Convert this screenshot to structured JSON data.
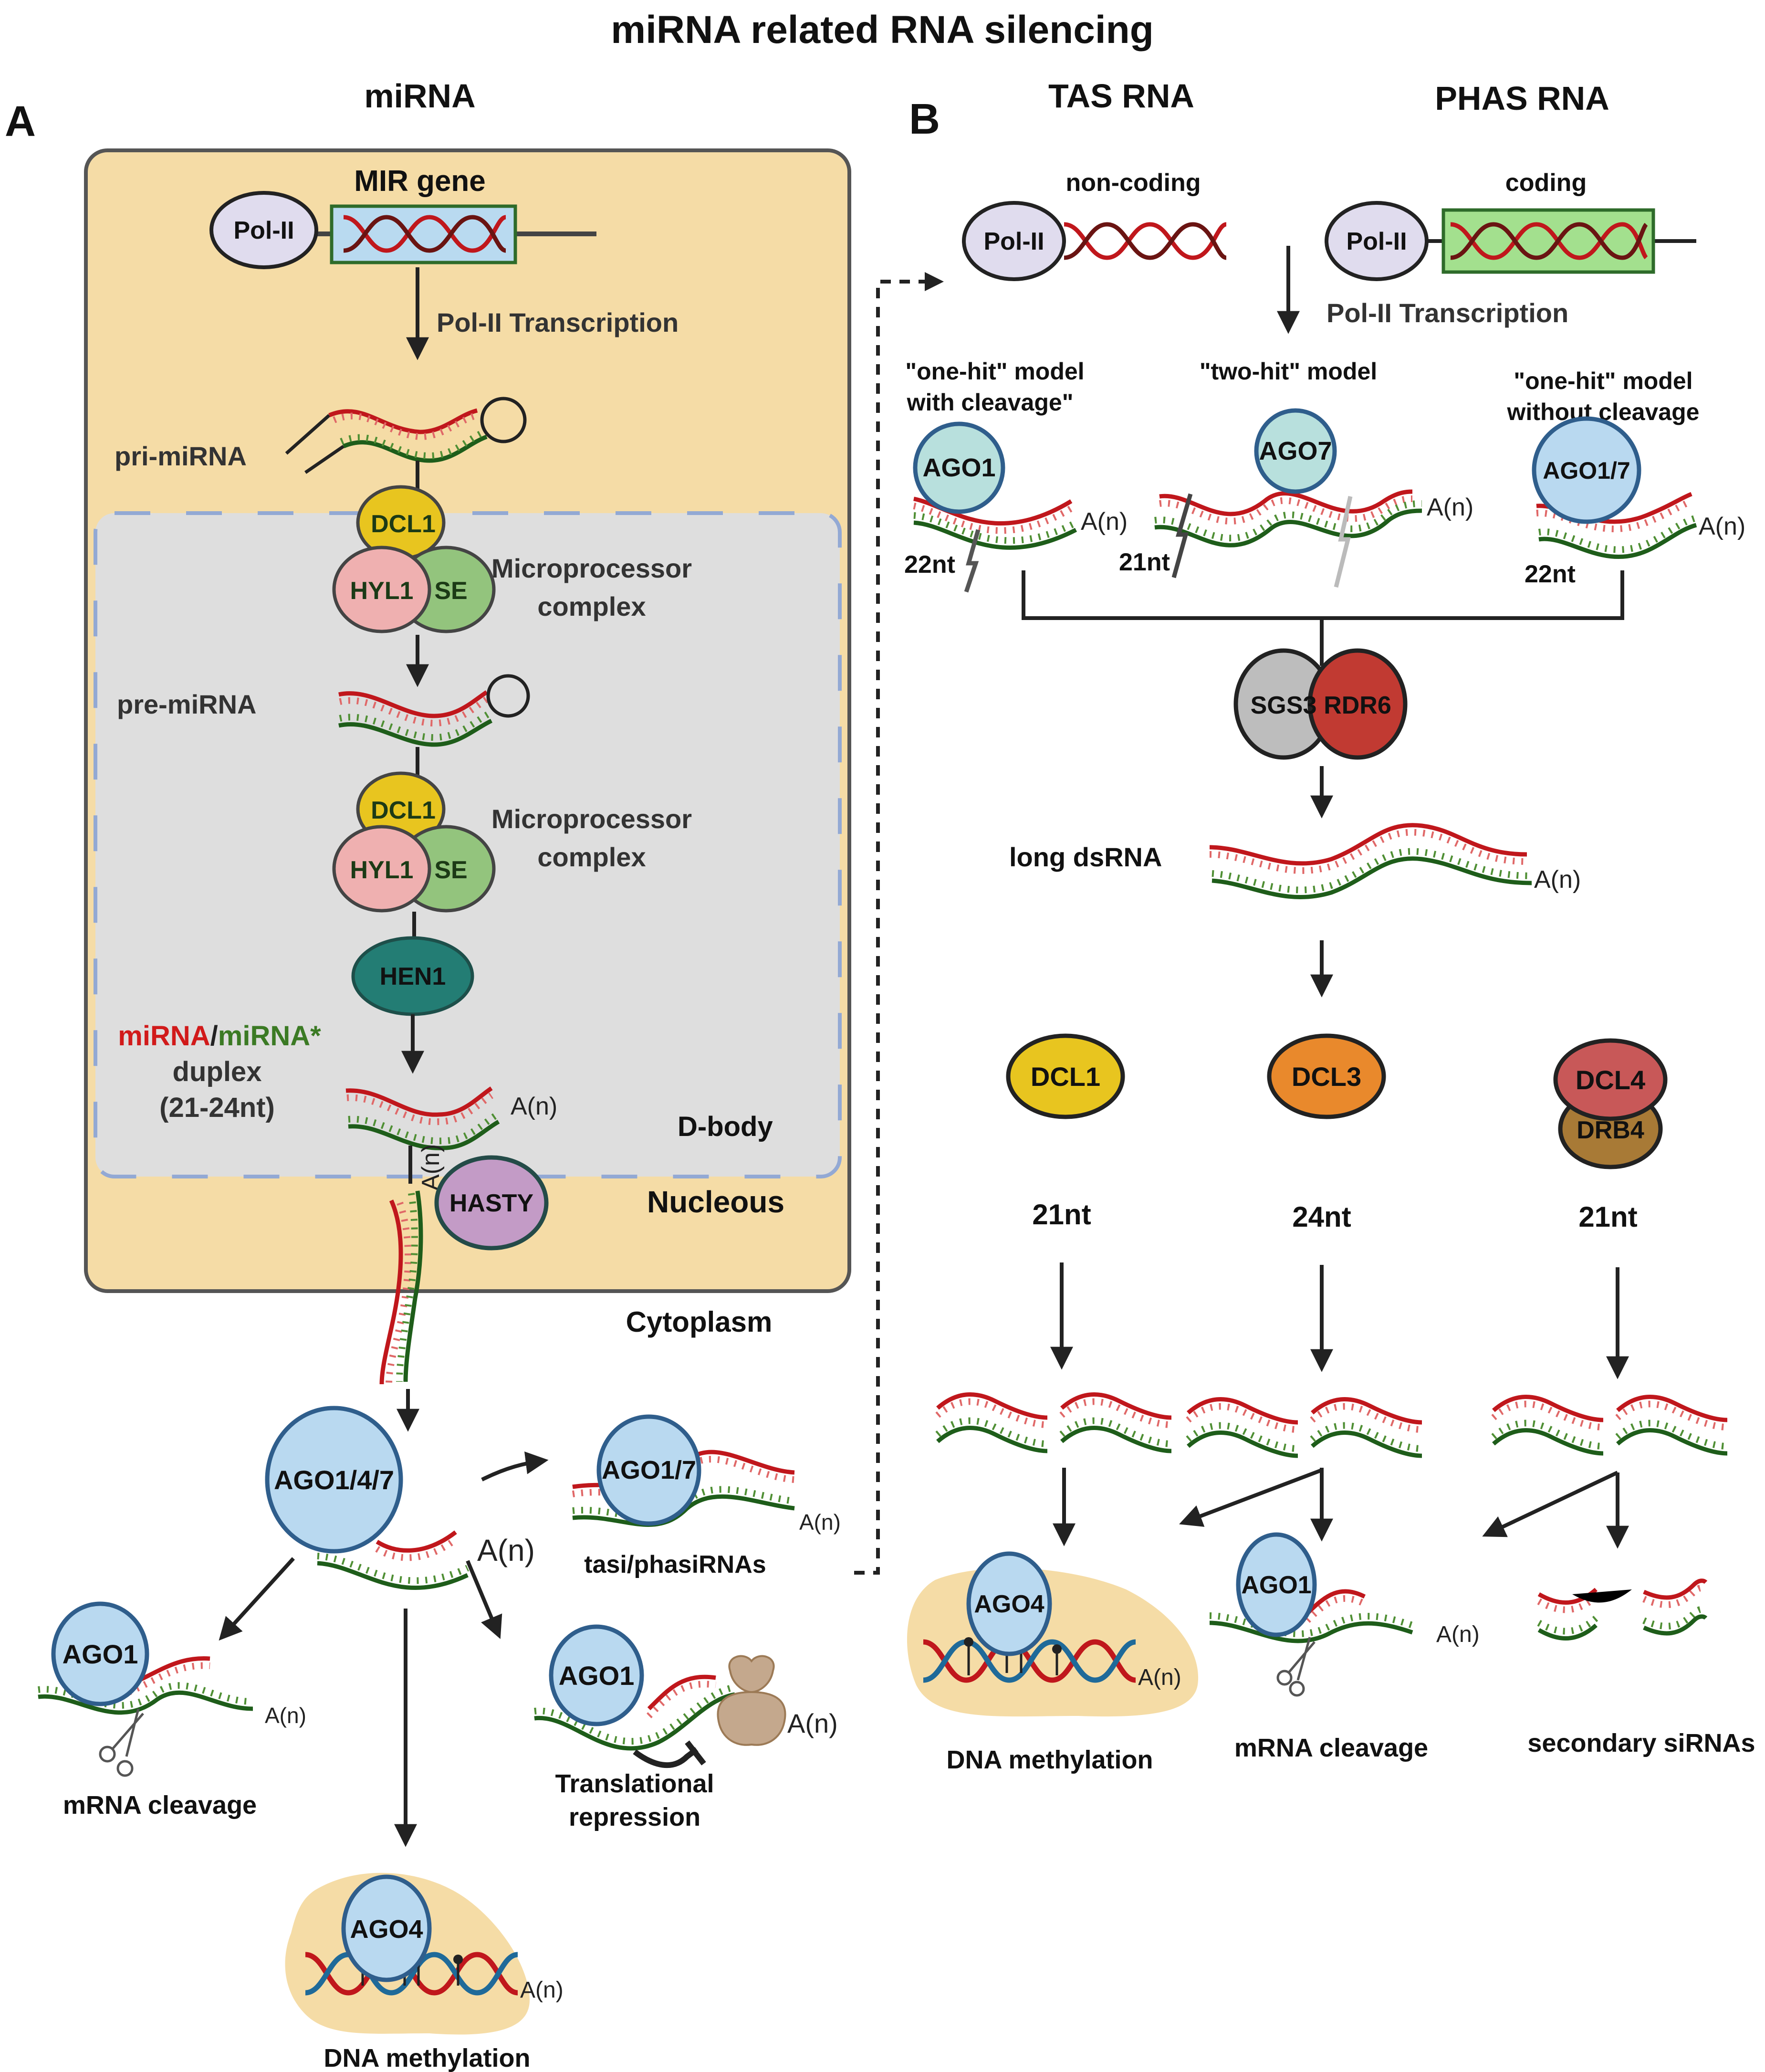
{
  "title": "miRNA related RNA silencing",
  "panel_a": {
    "letter": "A",
    "heading": "miRNA",
    "mir_gene_label": "MIR gene",
    "pol2": "Pol-II",
    "transcription": "Pol-II Transcription",
    "pri_mirna": "pri-miRNA",
    "microprocessor_1": "Microprocessor",
    "microprocessor_2": "complex",
    "dcl1": "DCL1",
    "hyl1": "HYL1",
    "se": "SE",
    "pre_mirna": "pre-miRNA",
    "hen1": "HEN1",
    "duplex_mirna": "miRNA",
    "duplex_slash": "/",
    "duplex_star": "miRNA*",
    "duplex_line2": "duplex",
    "duplex_line3": "(21-24nt)",
    "poly_a": "A(n)",
    "d_body": "D-body",
    "hasty": "HASTY",
    "nucleous": "Nucleous",
    "cytoplasm": "Cytoplasm",
    "ago147": "AGO1/4/7",
    "ago17": "AGO1/7",
    "tasi": "tasi/phasiRNAs",
    "ago1": "AGO1",
    "ago4": "AGO4",
    "mrna_cleavage": "mRNA cleavage",
    "transl_1": "Translational",
    "transl_2": "repression",
    "dna_methylation": "DNA methylation"
  },
  "panel_b": {
    "letter": "B",
    "tas_heading": "TAS RNA",
    "phas_heading": "PHAS  RNA",
    "non_coding": "non-coding",
    "coding": "coding",
    "pol2": "Pol-II",
    "transcription": "Pol-II Transcription",
    "model_one_hit_cleave_1": "\"one-hit\" model",
    "model_one_hit_cleave_2": "with cleavage\"",
    "model_two_hit": "\"two-hit\" model",
    "model_one_hit_nocleave_1": "\"one-hit\" model",
    "model_one_hit_nocleave_2": "without cleavage",
    "ago1": "AGO1",
    "ago7": "AGO7",
    "ago17": "AGO1/7",
    "nt22a": "22nt",
    "nt21": "21nt",
    "nt22b": "22nt",
    "poly_a": "A(n)",
    "sgs3": "SGS3",
    "rdr6": "RDR6",
    "long_dsrna": "long  dsRNA",
    "dcl1": "DCL1",
    "dcl3": "DCL3",
    "dcl4": "DCL4",
    "drb4": "DRB4",
    "size_dcl1": "21nt",
    "size_dcl3": "24nt",
    "size_dcl4": "21nt",
    "ago4": "AGO4",
    "ago1_out": "AGO1",
    "dna_methylation": "DNA methylation",
    "mrna_cleavage": "mRNA cleavage",
    "secondary": "secondary siRNAs"
  },
  "colors": {
    "nucleus_fill": "#f5dca6",
    "dbody_fill": "#dedede",
    "dbody_border": "#93a9d4",
    "rna_red": "#c0171c",
    "rna_green": "#1e5d1a",
    "ago_fill": "#b9d9f0",
    "ago_stroke": "#2f5e8c",
    "dcl1": "#e8c51f",
    "hyl1": "#efb0b0",
    "se": "#93c47d",
    "hen1": "#237d74",
    "hasty": "#c39bc6",
    "sgs3": "#bdbdbd",
    "rdr6": "#c13a32",
    "dcl3": "#e9892c",
    "dcl4": "#c85858",
    "drb4": "#a87a36",
    "mir_box": "#b9daf0",
    "phas_box": "#a3e08e",
    "pol2_fill": "#e0dcee",
    "ribosome": "#c4a88d",
    "mirna_red_text": "#d11a1a",
    "mirna_green_text": "#3b7a24"
  }
}
